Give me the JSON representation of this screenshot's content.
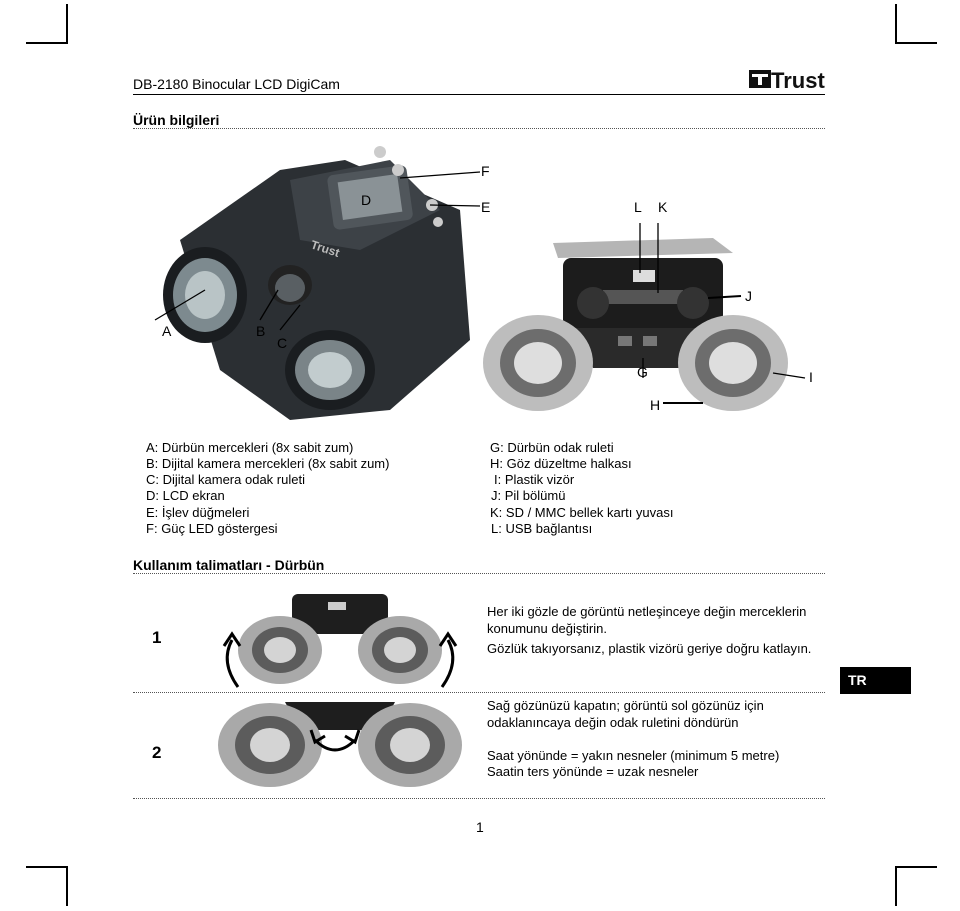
{
  "header": {
    "title": "DB-2180 Binocular LCD DigiCam",
    "logo": "Trust",
    "page_number": "1",
    "language_tab": "TR"
  },
  "product_info": {
    "title": "Ürün bilgileri",
    "figure_labels": {
      "A": "A",
      "B": "B",
      "C": "C",
      "D": "D",
      "E": "E",
      "F": "F",
      "G": "G",
      "H": "H",
      "I": "I",
      "J": "J",
      "K": "K",
      "L": "L"
    },
    "legend_left": [
      {
        "key": "A",
        "text": "Dürbün mercekleri (8x sabit zum)"
      },
      {
        "key": "B",
        "text": "Dijital kamera mercekleri (8x sabit zum)"
      },
      {
        "key": "C",
        "text": "Dijital kamera odak ruleti"
      },
      {
        "key": "D",
        "text": "LCD ekran"
      },
      {
        "key": "E",
        "text": "İşlev düğmeleri"
      },
      {
        "key": "F",
        "text": "Güç LED göstergesi"
      }
    ],
    "legend_right": [
      {
        "key": "G",
        "text": "Dürbün odak ruleti"
      },
      {
        "key": "H",
        "text": "Göz düzeltme halkası"
      },
      {
        "key": "I",
        "text": "Plastik vizör"
      },
      {
        "key": "J",
        "text": "Pil bölümü"
      },
      {
        "key": "K",
        "text": "SD / MMC bellek kartı yuvası"
      },
      {
        "key": "L",
        "text": "USB bağlantısı"
      }
    ]
  },
  "usage": {
    "title": "Kullanım talimatları - Dürbün",
    "steps": [
      {
        "number": "1",
        "lines": [
          "Her iki gözle de görüntü netleşinceye değin merceklerin konumunu değiştirin.",
          "Gözlük takıyorsanız, plastik vizörü geriye doğru katlayın."
        ]
      },
      {
        "number": "2",
        "lines": [
          "Sağ gözünüzü kapatın; görüntü sol gözünüz için odaklanıncaya değin odak ruletini döndürün",
          "Saat yönünde = yakın nesneler (minimum 5 metre)",
          "Saatin ters yönünde = uzak nesneler"
        ]
      }
    ]
  }
}
